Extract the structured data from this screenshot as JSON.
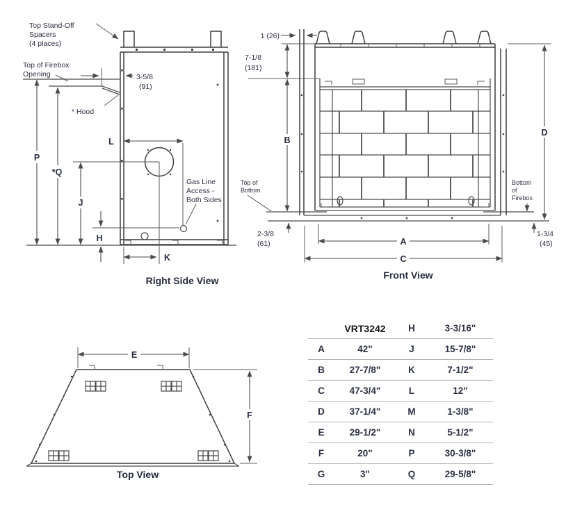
{
  "side_view": {
    "label": "Right Side View",
    "standoff_note": [
      "Top Stand-Off",
      "Spacers",
      "(4 places)"
    ],
    "firebox_note": [
      "Top of Firebox",
      "Opening"
    ],
    "hood_note": "* Hood",
    "hood_dim": [
      "3-5/8",
      "(91)"
    ],
    "gas_note": [
      "Gas Line",
      "Access -",
      "Both Sides"
    ],
    "dims": {
      "P": "P",
      "Q": "*Q",
      "J": "J",
      "H": "H",
      "K": "K",
      "L": "L"
    }
  },
  "front_view": {
    "label": "Front View",
    "flange_dim": "1 (26)",
    "header_dim": [
      "7-1/8",
      "(181)"
    ],
    "top_of_bottom": [
      "Top of",
      "Bottom"
    ],
    "bottom_of_firebox": [
      "Bottom",
      "of",
      "Firebox"
    ],
    "bottom_left_dim": [
      "2-3/8",
      "(61)"
    ],
    "bottom_right_dim": [
      "1-3/4",
      "(45)"
    ],
    "dims": {
      "A": "A",
      "B": "B",
      "C": "C",
      "D": "D"
    }
  },
  "top_view": {
    "label": "Top View",
    "dims": {
      "E": "E",
      "F": "F"
    }
  },
  "model_table": {
    "header": {
      "l1": "",
      "v1": "VRT3242",
      "l2": "H",
      "v2": "3-3/16\""
    },
    "rows": [
      {
        "l1": "A",
        "v1": "42\"",
        "l2": "J",
        "v2": "15-7/8\""
      },
      {
        "l1": "B",
        "v1": "27-7/8\"",
        "l2": "K",
        "v2": "7-1/2\""
      },
      {
        "l1": "C",
        "v1": "47-3/4\"",
        "l2": "L",
        "v2": "12\""
      },
      {
        "l1": "D",
        "v1": "37-1/4\"",
        "l2": "M",
        "v2": "1-3/8\""
      },
      {
        "l1": "E",
        "v1": "29-1/2\"",
        "l2": "N",
        "v2": "5-1/2\""
      },
      {
        "l1": "F",
        "v1": "20\"",
        "l2": "P",
        "v2": "30-3/8\""
      },
      {
        "l1": "G",
        "v1": "3\"",
        "l2": "Q",
        "v2": "29-5/8\""
      }
    ]
  },
  "colors": {
    "line": "#3d3d3d",
    "text": "#2b3040",
    "table_rule": "#b3b3b3"
  }
}
